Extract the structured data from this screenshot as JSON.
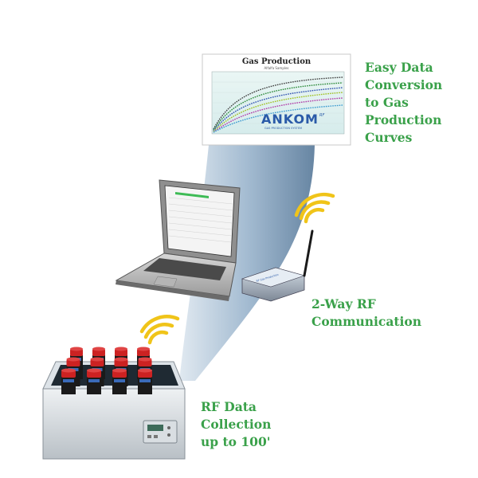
{
  "chart_inset": {
    "title": "Gas Production",
    "subtitle": "Alfalfa Samples",
    "brand": "ANKOM",
    "brand_sup": "RF",
    "brand_sub": "GAS PRODUCTION SYSTEM"
  },
  "device_label": "RF Gas Production",
  "captions": {
    "easy": "Easy Data\nConversion\nto Gas\nProduction\nCurves",
    "rf": "2-Way RF\nCommunication",
    "collect": "RF Data\nCollection\nup to 100'"
  },
  "colors": {
    "caption_green": "#3aa14a",
    "beam": "#aec3d6",
    "wifi_yellow": "#f0c419",
    "bottle_red": "#cc2222",
    "ankom_blue": "#2a5aa8"
  }
}
